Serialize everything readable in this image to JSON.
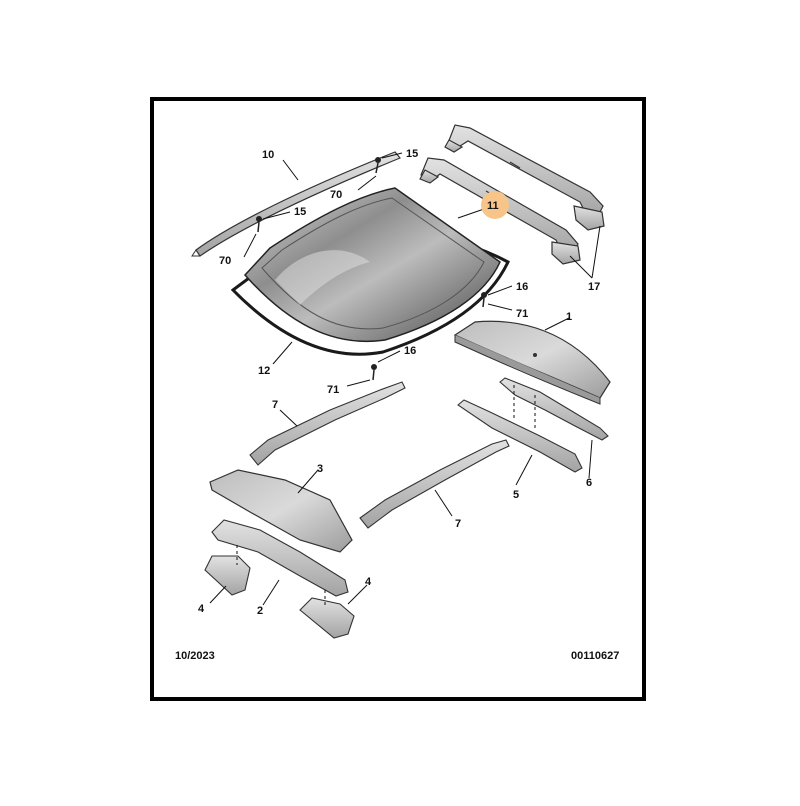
{
  "diagram": {
    "date_code": "10/2023",
    "reference_number": "00110627",
    "highlight_color": "#f7c48a",
    "parts": [
      {
        "id": "roof-rail-left",
        "callout": "10"
      },
      {
        "id": "panoramic-glass-roof",
        "callout": "11",
        "highlighted": true
      },
      {
        "id": "glass-roof-seal",
        "callout": "12"
      },
      {
        "id": "roof-panel",
        "callout": "1"
      },
      {
        "id": "rear-roof-crossmember",
        "callout": "2"
      },
      {
        "id": "rear-header-panel",
        "callout": "3"
      },
      {
        "id": "rear-bracket",
        "callout": "4"
      },
      {
        "id": "front-roof-crossmember",
        "callout": "5"
      },
      {
        "id": "windscreen-header",
        "callout": "6"
      },
      {
        "id": "roof-bow",
        "callout": "7"
      },
      {
        "id": "roof-bars",
        "callout": "17"
      }
    ],
    "fasteners": [
      {
        "id": "clip-upper",
        "callout_top": "15",
        "callout_bottom": "70"
      },
      {
        "id": "clip-left",
        "callout_top": "15",
        "callout_bottom": "70"
      },
      {
        "id": "screw-right",
        "callout_top": "16",
        "callout_bottom": "71"
      },
      {
        "id": "screw-front",
        "callout_top": "16",
        "callout_bottom": "71"
      }
    ]
  }
}
